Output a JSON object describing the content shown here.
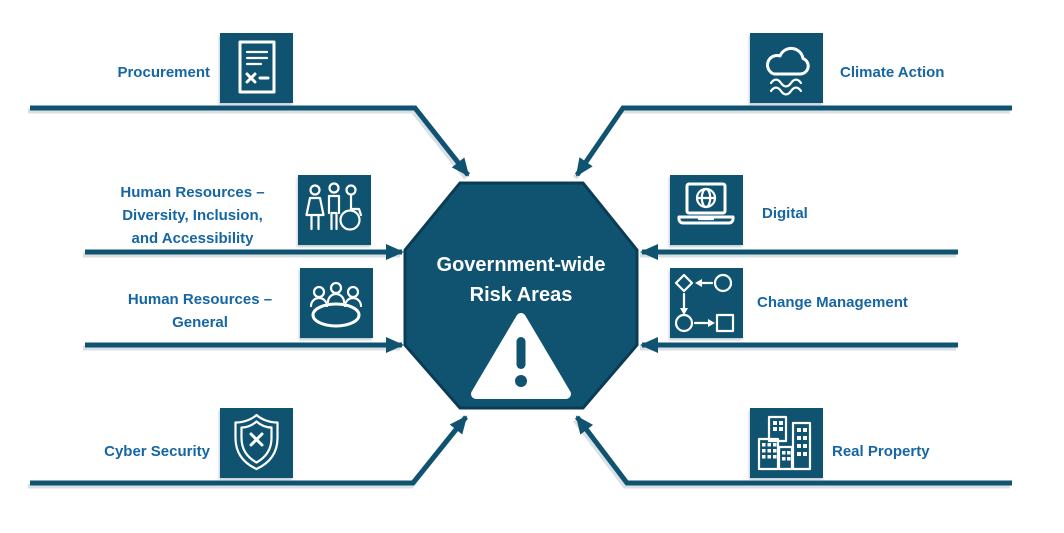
{
  "colors": {
    "primary": "#0F5370",
    "border": "#0B3C55",
    "label_text": "#1566A3",
    "background": "#FFFFFF",
    "center_text": "#FFFFFF"
  },
  "center": {
    "title_line1": "Government-wide",
    "title_line2": "Risk Areas",
    "icon": "warning-triangle-icon"
  },
  "nodes": {
    "procurement": {
      "label": "Procurement",
      "icon": "contract-document-icon"
    },
    "climate_action": {
      "label": "Climate Action",
      "icon": "climate-cloud-icon"
    },
    "hr_dia": {
      "label": "Human Resources –\nDiversity, Inclusion,\nand Accessibility",
      "icon": "diverse-people-icon"
    },
    "digital": {
      "label": "Digital",
      "icon": "laptop-globe-icon"
    },
    "hr_general": {
      "label": "Human Resources –\nGeneral",
      "icon": "meeting-table-icon"
    },
    "change_management": {
      "label": "Change Management",
      "icon": "flowchart-icon"
    },
    "cyber_security": {
      "label": "Cyber Security",
      "icon": "shield-x-icon"
    },
    "real_property": {
      "label": "Real Property",
      "icon": "buildings-icon"
    }
  }
}
